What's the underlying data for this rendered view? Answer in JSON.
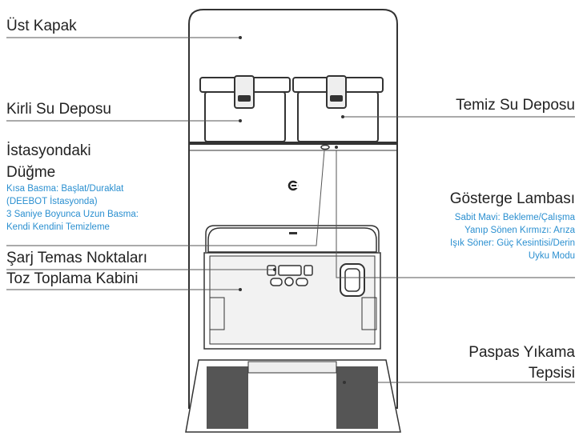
{
  "labels": {
    "top_cover": "Üst Kapak",
    "dirty_tank": "Kirli Su Deposu",
    "clean_tank": "Temiz Su Deposu",
    "station_button_line1": "İstasyondaki",
    "station_button_line2": "Düğme",
    "station_button_desc": [
      "Kısa Basma: Başlat/Duraklat",
      "(DEEBOT İstasyonda)",
      "3 Saniye Boyunca Uzun Basma:",
      "Kendi Kendini Temizleme"
    ],
    "indicator_title": "Gösterge Lambası",
    "indicator_desc": [
      "Sabit Mavi: Bekleme/Çalışma",
      "Yanıp Sönen Kırmızı: Arıza",
      "Işık Söner: Güç Kesintisi/Derin",
      "Uyku Modu"
    ],
    "dust_bin": "Toz Toplama Kabini",
    "charging_contacts": "Şarj Temas Noktaları",
    "mop_tray_line1": "Paspas Yıkama",
    "mop_tray_line2": "Tepsisi"
  },
  "colors": {
    "label_text": "#222222",
    "description_text": "#2a8fd0",
    "line": "#555555"
  },
  "icons": {
    "logo": "ecovacs-logo-icon"
  }
}
